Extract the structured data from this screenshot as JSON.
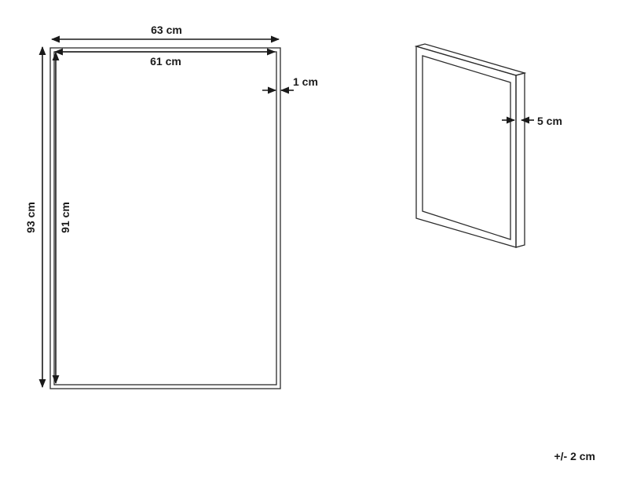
{
  "dimensions": {
    "outer_width": "63 cm",
    "inner_width": "61 cm",
    "outer_height": "93 cm",
    "inner_height": "91 cm",
    "frame_width": "1 cm",
    "depth": "5 cm"
  },
  "tolerance": "+/- 2 cm",
  "colors": {
    "line": "#1a1a1a",
    "frame": "#2b2b2b",
    "background": "#ffffff"
  }
}
